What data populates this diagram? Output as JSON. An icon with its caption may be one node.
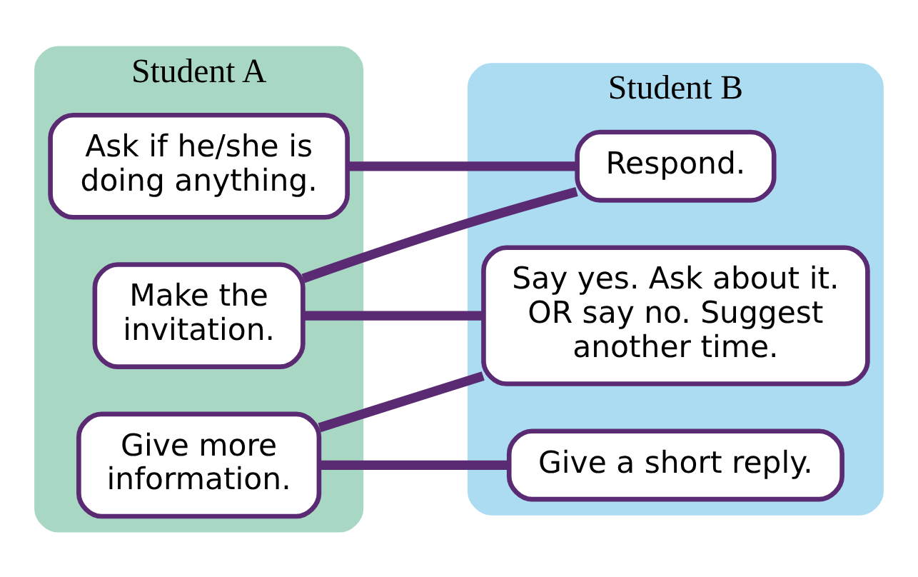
{
  "diagram": {
    "nodes": [
      {
        "text": [
          "Student A"
        ]
      },
      {
        "text": [
          "Student B"
        ]
      },
      {
        "text": [
          "Ask if he/she is doing anything."
        ],
        "in": 0
      },
      {
        "text": [
          "Respond."
        ],
        "in": 1
      },
      {
        "text": [
          "Make the invitation."
        ],
        "in": 0
      },
      {
        "text": [
          "Say yes. Ask about it. OR say no. Suggest another time."
        ],
        "in": 1
      },
      {
        "text": [
          "Give more information."
        ],
        "in": 0
      },
      {
        "text": [
          "Give a short reply."
        ],
        "in": 1
      }
    ],
    "edges": [
      {
        "from": 2,
        "to": 3,
        "arrow": "none"
      },
      {
        "from": 3,
        "to": 4,
        "arrow": "none"
      },
      {
        "from": 4,
        "to": 5,
        "arrow": "none"
      },
      {
        "from": 5,
        "to": 6,
        "arrow": "none"
      },
      {
        "from": 6,
        "to": 7,
        "arrow": "none"
      }
    ]
  }
}
